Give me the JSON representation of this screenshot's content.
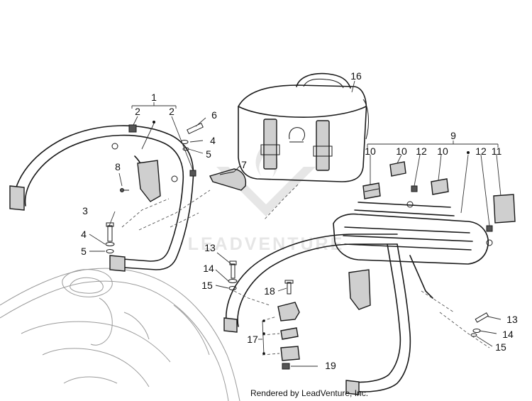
{
  "diagram": {
    "watermark_text": "LEADVENTURE",
    "credit_text": "Rendered by LeadVenture, Inc.",
    "callouts": [
      {
        "id": "1",
        "text": "1"
      },
      {
        "id": "2a",
        "text": "2"
      },
      {
        "id": "2b",
        "text": "2"
      },
      {
        "id": "3",
        "text": "3"
      },
      {
        "id": "4a",
        "text": "4"
      },
      {
        "id": "5a",
        "text": "5"
      },
      {
        "id": "6",
        "text": "6"
      },
      {
        "id": "4b",
        "text": "4"
      },
      {
        "id": "5b",
        "text": "5"
      },
      {
        "id": "7",
        "text": "7"
      },
      {
        "id": "8",
        "text": "8"
      },
      {
        "id": "16",
        "text": "16"
      },
      {
        "id": "9",
        "text": "9"
      },
      {
        "id": "10a",
        "text": "10"
      },
      {
        "id": "10b",
        "text": "10"
      },
      {
        "id": "12a",
        "text": "12"
      },
      {
        "id": "10c",
        "text": "10"
      },
      {
        "id": "12b",
        "text": "12"
      },
      {
        "id": "11",
        "text": "11"
      },
      {
        "id": "13a",
        "text": "13"
      },
      {
        "id": "14a",
        "text": "14"
      },
      {
        "id": "15a",
        "text": "15"
      },
      {
        "id": "18",
        "text": "18"
      },
      {
        "id": "17",
        "text": "17"
      },
      {
        "id": "19",
        "text": "19"
      },
      {
        "id": "13b",
        "text": "13"
      },
      {
        "id": "14b",
        "text": "14"
      },
      {
        "id": "15b",
        "text": "15"
      }
    ]
  }
}
